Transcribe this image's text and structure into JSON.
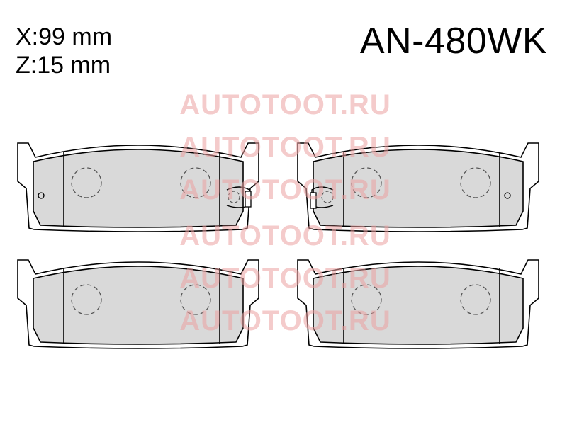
{
  "spec": {
    "x_dimension": "X:99 mm",
    "z_dimension": "Z:15 mm"
  },
  "part_number": "AN-480WK",
  "watermark": "AUTOTOOT.RU",
  "colors": {
    "pad_fill": "#d9d9d9",
    "outline": "#000000",
    "watermark": "#eb9f9f"
  }
}
